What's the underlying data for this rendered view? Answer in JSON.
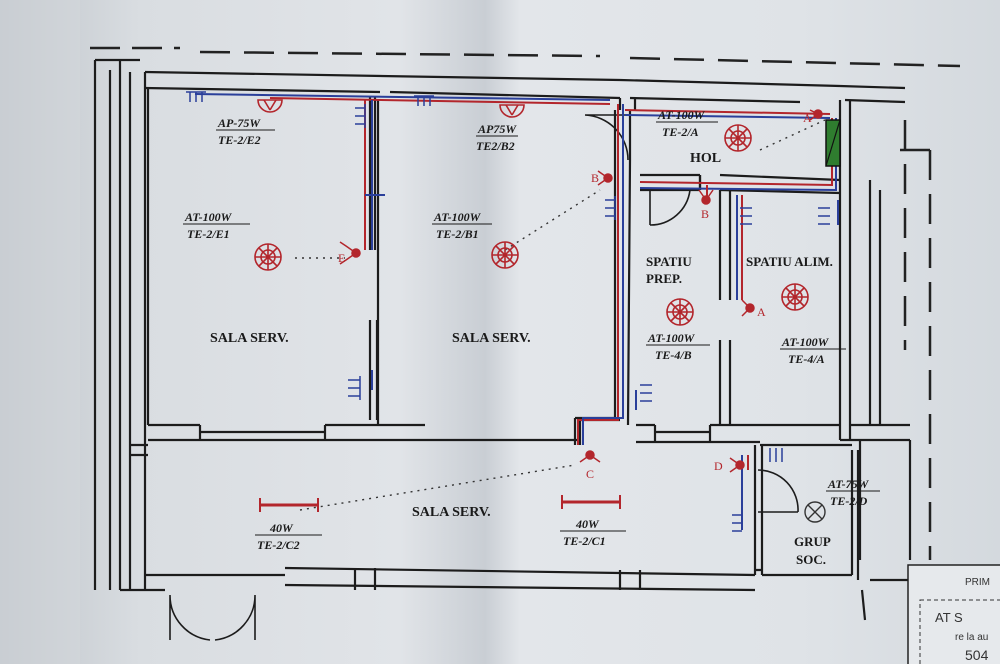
{
  "rooms": [
    {
      "id": "sala-left",
      "label": "SALA SERV."
    },
    {
      "id": "sala-middle",
      "label": "SALA SERV."
    },
    {
      "id": "sala-bottom",
      "label": "SALA SERV."
    },
    {
      "id": "hol",
      "label": "HOL"
    },
    {
      "id": "spatiu-prep",
      "line1": "SPATIU",
      "line2": "PREP."
    },
    {
      "id": "spatiu-alim",
      "label": "SPATIU ALIM."
    },
    {
      "id": "grup-soc",
      "line1": "GRUP",
      "line2": "SOC."
    }
  ],
  "fixtures": [
    {
      "id": "ap75-e2",
      "power": "AP-75W",
      "circuit": "TE-2/E2"
    },
    {
      "id": "at100-e1",
      "power": "AT-100W",
      "circuit": "TE-2/E1"
    },
    {
      "id": "ap75-b2",
      "power": "AP75W",
      "circuit": "TE2/B2"
    },
    {
      "id": "at100-b1",
      "power": "AT-100W",
      "circuit": "TE-2/B1"
    },
    {
      "id": "at100-a",
      "power": "AT-100W",
      "circuit": "TE-2/A"
    },
    {
      "id": "at100-4b",
      "power": "AT-100W",
      "circuit": "TE-4/B"
    },
    {
      "id": "at100-4a",
      "power": "AT-100W",
      "circuit": "TE-4/A"
    },
    {
      "id": "w40-c2",
      "power": "40W",
      "circuit": "TE-2/C2"
    },
    {
      "id": "w40-c1",
      "power": "40W",
      "circuit": "TE-2/C1"
    },
    {
      "id": "at75-d",
      "power": "AT-75W",
      "circuit": "TE-2/D"
    }
  ],
  "switch_letters": {
    "e": "E",
    "b_left": "B",
    "b_mid": "B",
    "a_top": "A",
    "a_mid": "A",
    "c": "C",
    "d": "D"
  },
  "stamp": {
    "prim": "PRIM",
    "at": "AT S",
    "sub": "re la au",
    "num": "504"
  },
  "colors": {
    "wall": "#1c1c1c",
    "circuit_red": "#b3262c",
    "circuit_blue": "#2a3f9a",
    "panel_green": "#2f7d2f"
  }
}
